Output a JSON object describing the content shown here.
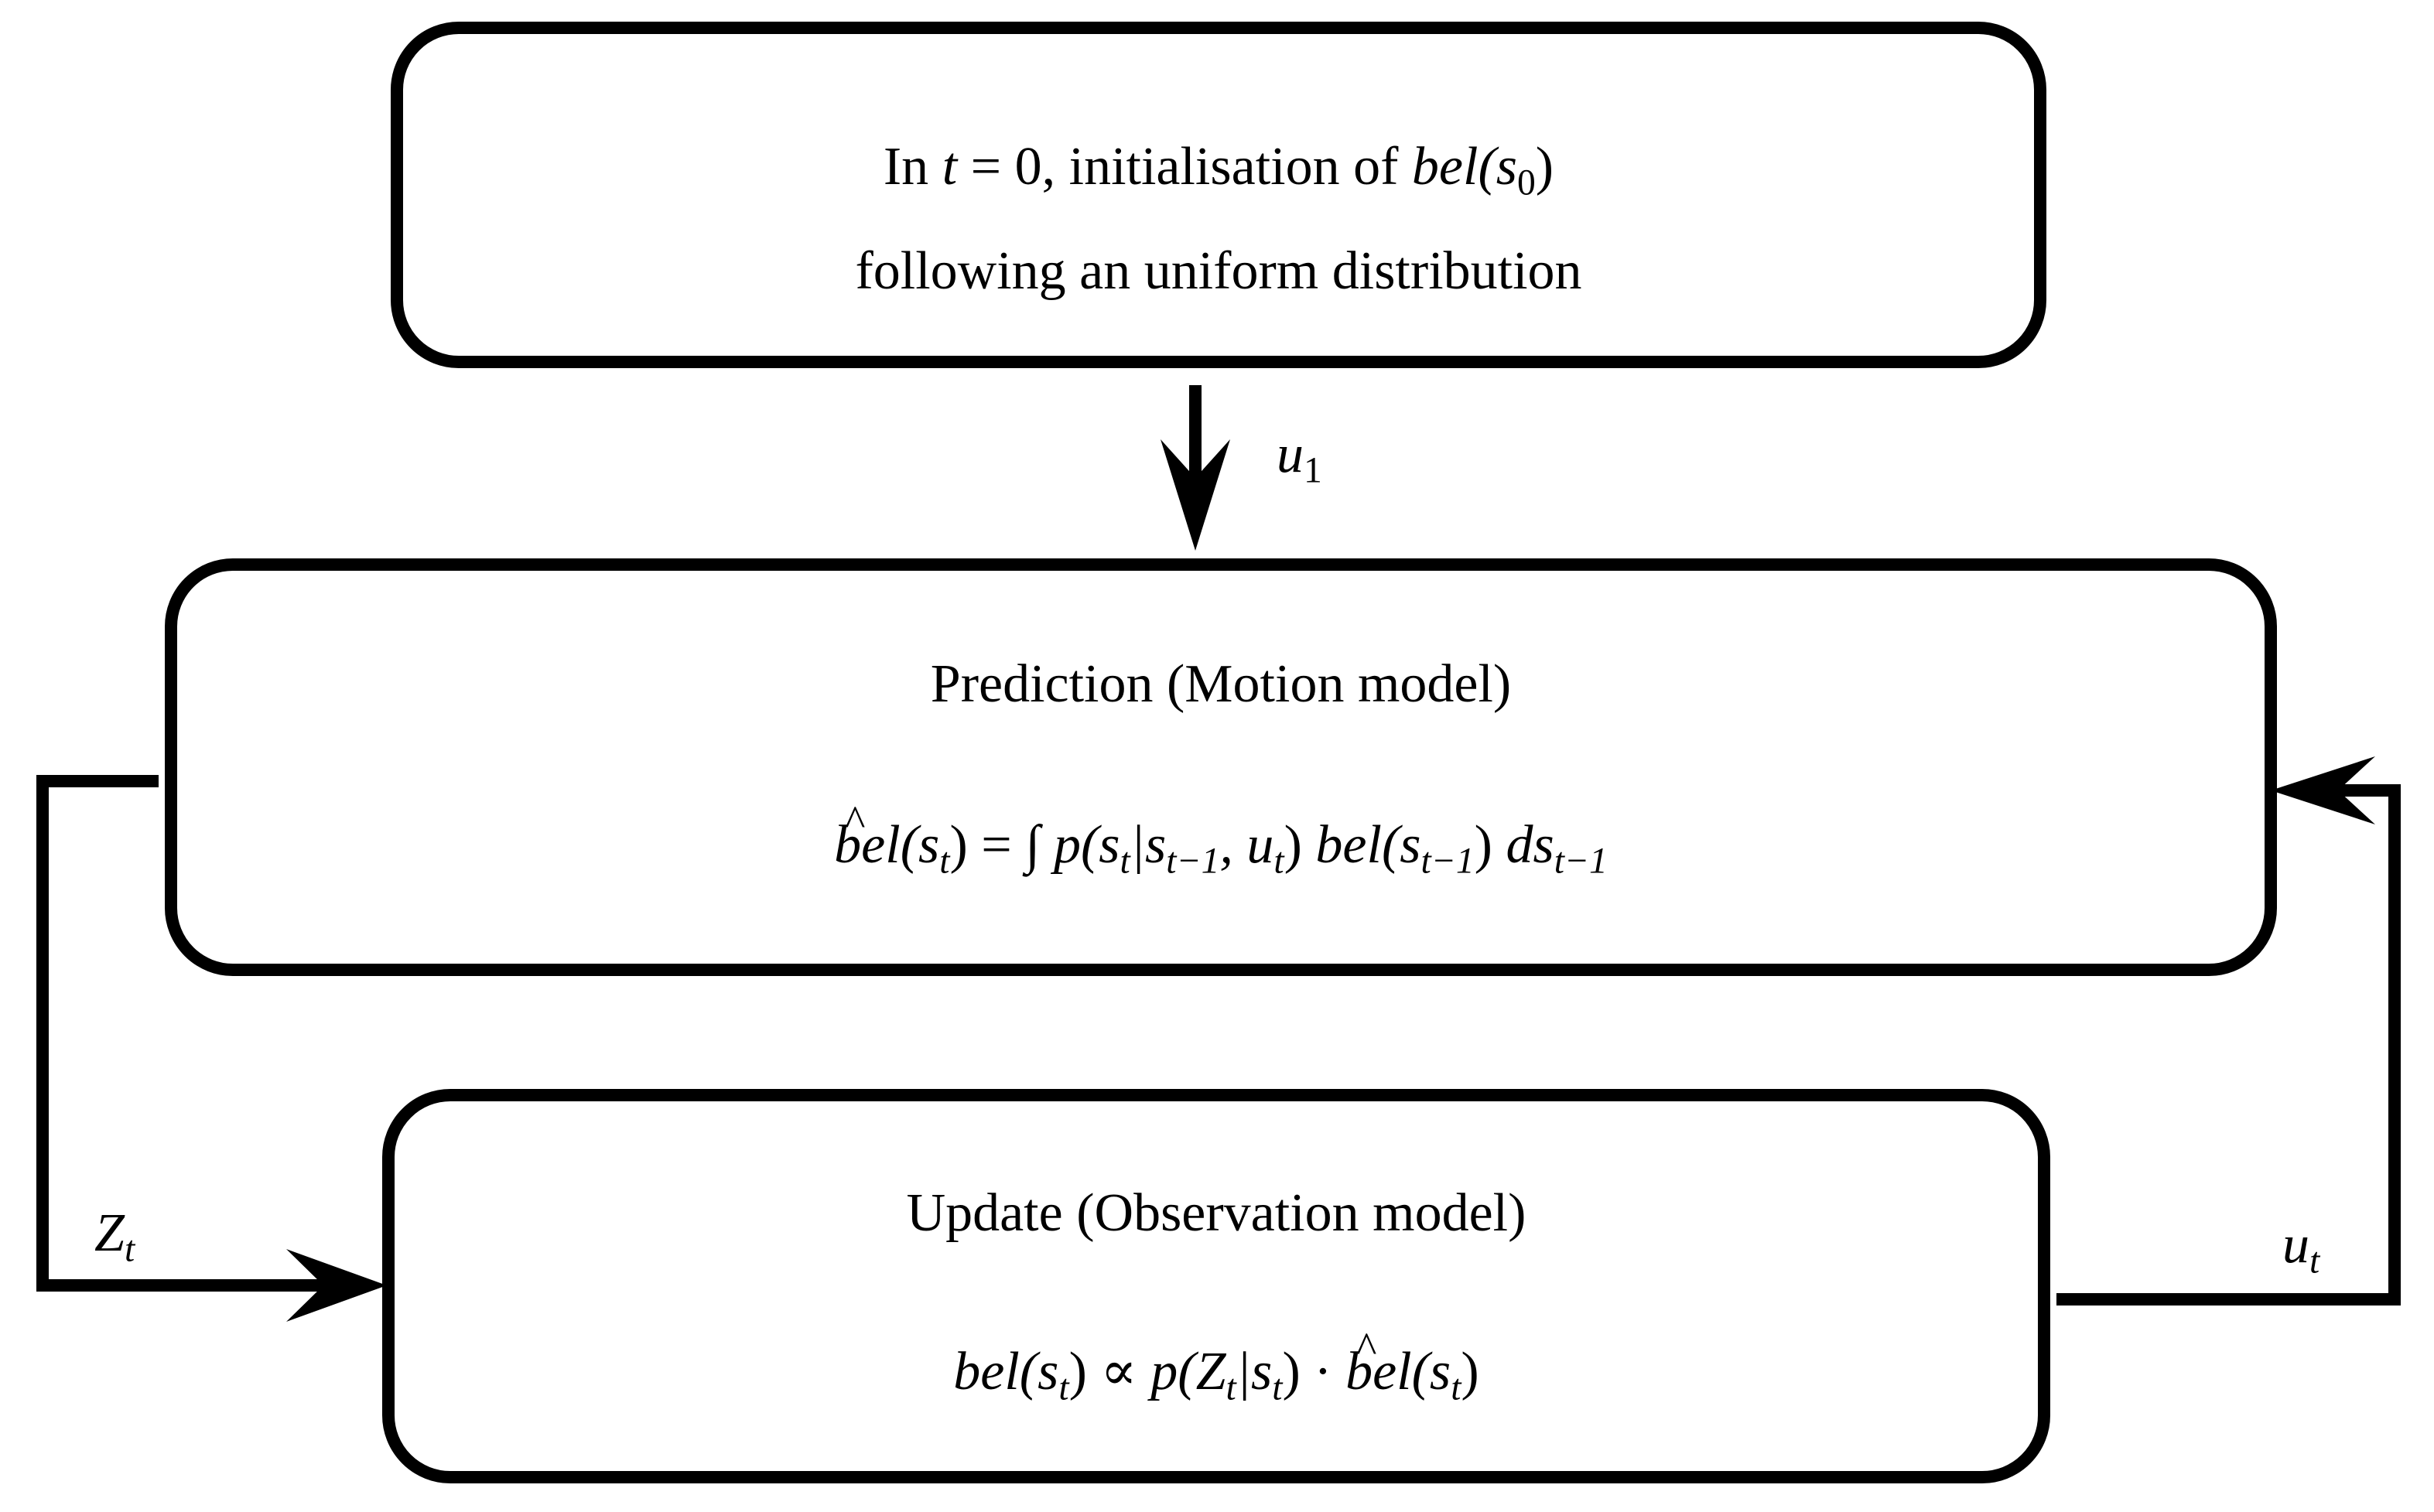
{
  "init_box": {
    "line1_prefix": "In ",
    "line1_t": "t",
    "line1_eq": " = 0, initialisation of ",
    "line1_bel": "bel",
    "line1_s": "(s",
    "line1_sub": "0",
    "line1_close": ")",
    "line2": "following an uniform distribution"
  },
  "prediction_box": {
    "title": "Prediction (Motion model)",
    "formula": {
      "lhs_hat": "bel",
      "lhs_arg": "(s",
      "lhs_sub": "t",
      "lhs_close": ")",
      "eq": " = ∫ ",
      "p": "p(s",
      "p_sub1": "t",
      "p_bar": "|s",
      "p_sub2": "t−1",
      "p_comma": ", u",
      "p_sub3": "t",
      "p_close": ") ",
      "bel": "bel(s",
      "bel_sub": "t−1",
      "bel_close": ") ",
      "ds": "ds",
      "ds_sub": "t−1"
    }
  },
  "update_box": {
    "title": "Update (Observation model)",
    "formula": {
      "bel": "bel(s",
      "bel_sub": "t",
      "bel_close": ") ∝ ",
      "p": "p(Z",
      "p_sub1": "t",
      "p_bar": "|s",
      "p_sub2": "t",
      "p_close": ") · ",
      "rhs_hat": "bel",
      "rhs_arg": "(s",
      "rhs_sub": "t",
      "rhs_close": ")"
    }
  },
  "labels": {
    "u1_base": "u",
    "u1_sub": "1",
    "zt_base": "Z",
    "zt_sub": "t",
    "ut_base": "u",
    "ut_sub": "t"
  }
}
